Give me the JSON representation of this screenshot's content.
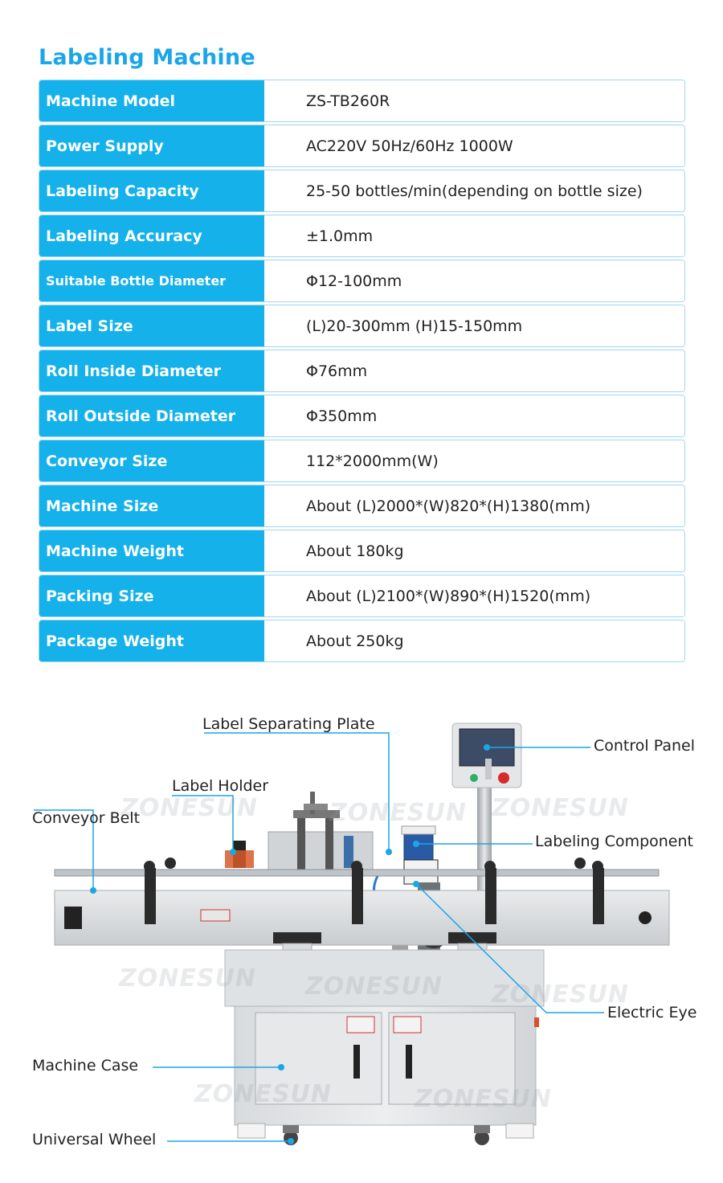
{
  "title": "Labeling Machine",
  "specs": [
    {
      "label": "Machine Model",
      "value": "ZS-TB260R"
    },
    {
      "label": "Power Supply",
      "value": "AC220V 50Hz/60Hz 1000W"
    },
    {
      "label": "Labeling Capacity",
      "value": "25-50 bottles/min(depending on bottle size)"
    },
    {
      "label": "Labeling Accuracy",
      "value": "±1.0mm"
    },
    {
      "label": "Suitable Bottle Diameter",
      "value": "Φ12-100mm"
    },
    {
      "label": "Label Size",
      "value": "(L)20-300mm (H)15-150mm"
    },
    {
      "label": "Roll Inside Diameter",
      "value": "Φ76mm"
    },
    {
      "label": "Roll Outside Diameter",
      "value": "Φ350mm"
    },
    {
      "label": "Conveyor Size",
      "value": "112*2000mm(W)"
    },
    {
      "label": "Machine Size",
      "value": "About (L)2000*(W)820*(H)1380(mm)"
    },
    {
      "label": "Machine Weight",
      "value": "About 180kg"
    },
    {
      "label": "Packing Size",
      "value": "About (L)2100*(W)890*(H)1520(mm)"
    },
    {
      "label": "Package Weight",
      "value": "About 250kg"
    }
  ],
  "callouts": {
    "label_separating_plate": "Label Separating Plate",
    "control_panel": "Control Panel",
    "label_holder": "Label Holder",
    "conveyor_belt": "Conveyor Belt",
    "labeling_component": "Labeling Component",
    "electric_eye": "Electric Eye",
    "machine_case": "Machine Case",
    "universal_wheel": "Universal Wheel"
  },
  "watermark": "ZONESUN",
  "colors": {
    "accent": "#14b1ea",
    "title": "#1aa6e8",
    "leader": "#1aa6e8"
  }
}
